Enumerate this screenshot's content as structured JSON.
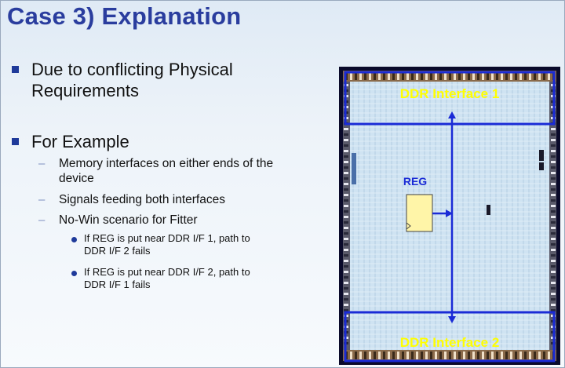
{
  "slide": {
    "title": "Case 3)  Explanation",
    "bullets": [
      {
        "text_line1": "Due to conflicting Physical",
        "text_line2": "Requirements"
      },
      {
        "text": "For Example"
      }
    ],
    "sub_bullets": [
      {
        "line1": "Memory interfaces on either ends of the",
        "line2": "device"
      },
      {
        "line1": "Signals feeding both interfaces"
      },
      {
        "line1": "No-Win scenario for Fitter"
      }
    ],
    "sub_sub_bullets": [
      {
        "line1": "If REG is put near DDR I/F 1, path to",
        "line2": "DDR I/F 2 fails"
      },
      {
        "line1": "If REG is put near DDR I/F 2, path to",
        "line2": "DDR I/F 1 fails"
      }
    ]
  },
  "figure": {
    "top_label": "DDR Interface 1",
    "bottom_label": "DDR Interface 2",
    "reg_label": "REG",
    "colors": {
      "border": "#0a0a2a",
      "interface_box": "#1a2bd6",
      "signal": "#1a2bd6",
      "label": "#ffff00",
      "reg_fill": "#fff5a8"
    }
  }
}
